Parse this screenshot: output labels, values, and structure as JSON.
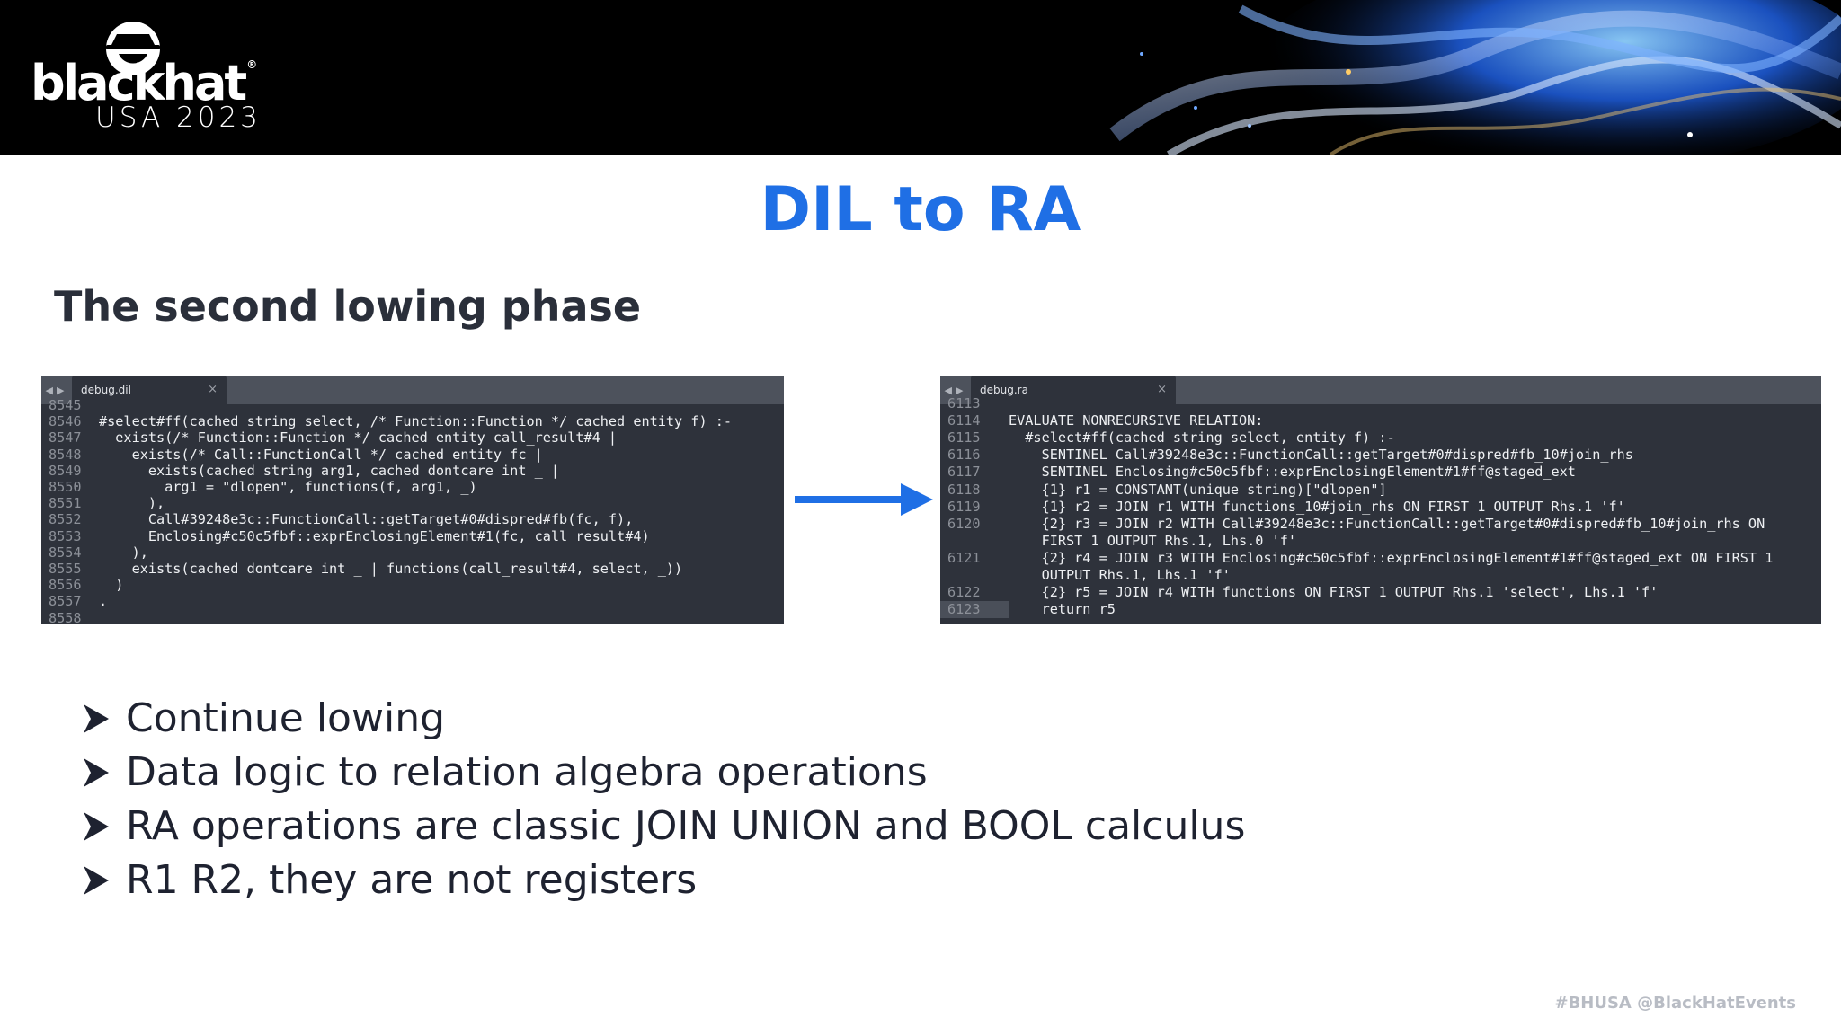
{
  "header": {
    "logo_wordmark": "blackhat",
    "logo_event": "USA 2023"
  },
  "slide": {
    "title": "DIL to RA",
    "subtitle": "The second lowing phase"
  },
  "left_editor": {
    "tab_label": "debug.dil",
    "lines": [
      {
        "n": "8545",
        "t": ""
      },
      {
        "n": "8546",
        "t": "#select#ff(cached string select, /* Function::Function */ cached entity f) :-"
      },
      {
        "n": "8547",
        "t": "  exists(/* Function::Function */ cached entity call_result#4 |"
      },
      {
        "n": "8548",
        "t": "    exists(/* Call::FunctionCall */ cached entity fc |"
      },
      {
        "n": "8549",
        "t": "      exists(cached string arg1, cached dontcare int _ |"
      },
      {
        "n": "8550",
        "t": "        arg1 = \"dlopen\", functions(f, arg1, _)"
      },
      {
        "n": "8551",
        "t": "      ),"
      },
      {
        "n": "8552",
        "t": "      Call#39248e3c::FunctionCall::getTarget#0#dispred#fb(fc, f),"
      },
      {
        "n": "8553",
        "t": "      Enclosing#c50c5fbf::exprEnclosingElement#1(fc, call_result#4)"
      },
      {
        "n": "8554",
        "t": "    ),"
      },
      {
        "n": "8555",
        "t": "    exists(cached dontcare int _ | functions(call_result#4, select, _))"
      },
      {
        "n": "8556",
        "t": "  )"
      },
      {
        "n": "8557",
        "t": "."
      },
      {
        "n": "8558",
        "t": ""
      }
    ]
  },
  "right_editor": {
    "tab_label": "debug.ra",
    "lines": [
      {
        "n": "6113",
        "t": ""
      },
      {
        "n": "6114",
        "t": "EVALUATE NONRECURSIVE RELATION:"
      },
      {
        "n": "6115",
        "t": "  #select#ff(cached string select, entity f) :-"
      },
      {
        "n": "6116",
        "t": "    SENTINEL Call#39248e3c::FunctionCall::getTarget#0#dispred#fb_10#join_rhs"
      },
      {
        "n": "6117",
        "t": "    SENTINEL Enclosing#c50c5fbf::exprEnclosingElement#1#ff@staged_ext"
      },
      {
        "n": "6118",
        "t": "    {1} r1 = CONSTANT(unique string)[\"dlopen\"]"
      },
      {
        "n": "6119",
        "t": "    {1} r2 = JOIN r1 WITH functions_10#join_rhs ON FIRST 1 OUTPUT Rhs.1 'f'"
      },
      {
        "n": "6120",
        "t": "    {2} r3 = JOIN r2 WITH Call#39248e3c::FunctionCall::getTarget#0#dispred#fb_10#join_rhs ON"
      },
      {
        "n": "",
        "t": "    FIRST 1 OUTPUT Rhs.1, Lhs.0 'f'"
      },
      {
        "n": "6121",
        "t": "    {2} r4 = JOIN r3 WITH Enclosing#c50c5fbf::exprEnclosingElement#1#ff@staged_ext ON FIRST 1"
      },
      {
        "n": "",
        "t": "    OUTPUT Rhs.1, Lhs.1 'f'"
      },
      {
        "n": "6122",
        "t": "    {2} r5 = JOIN r4 WITH functions ON FIRST 1 OUTPUT Rhs.1 'select', Lhs.1 'f'"
      },
      {
        "n": "6123",
        "t": "    return r5"
      }
    ]
  },
  "bullets": [
    "Continue lowing",
    "Data logic to relation algebra operations",
    "RA operations are classic JOIN UNION and BOOL calculus",
    "R1 R2, they are not registers"
  ],
  "footer": "#BHUSA  @BlackHatEvents",
  "colors": {
    "title_blue": "#1f6fe5",
    "editor_bg": "#2e323b",
    "tabbar_bg": "#4d525c",
    "arrow_blue": "#1f6fe5"
  }
}
